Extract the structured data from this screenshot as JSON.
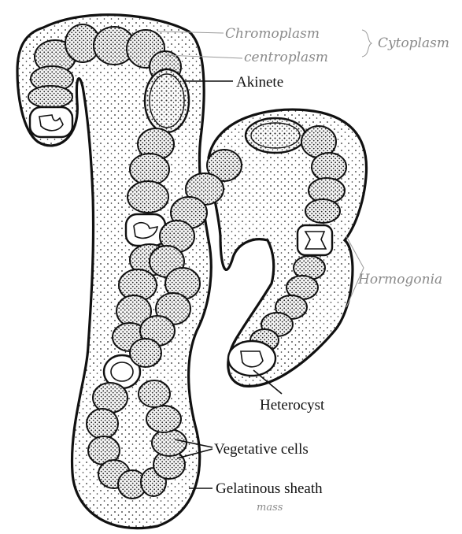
{
  "labels": {
    "chromoplasm": "Chromoplasm",
    "centroplasm": "centroplasm",
    "cytoplasm": "Cytoplasm",
    "akinete": "Akinete",
    "hormogonia": "Hormogonia",
    "heterocyst": "Heterocyst",
    "vegetative_cells": "Vegetative cells",
    "gelatinous_sheath": "Gelatinous sheath",
    "mass": "mass"
  }
}
